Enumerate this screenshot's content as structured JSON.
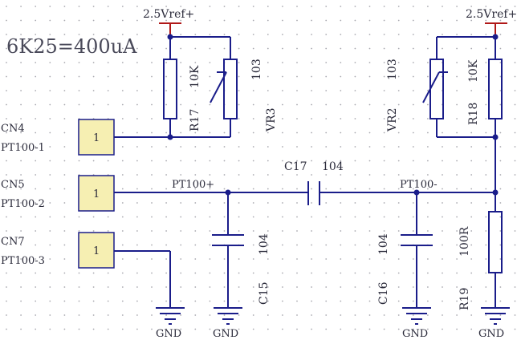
{
  "note": "6K25=400uA",
  "power": {
    "left": "2.5Vref+",
    "right": "2.5Vref+"
  },
  "connectors": [
    {
      "ref": "CN4",
      "net": "PT100-1",
      "pin": "1"
    },
    {
      "ref": "CN5",
      "net": "PT100-2",
      "pin": "1"
    },
    {
      "ref": "CN7",
      "net": "PT100-3",
      "pin": "1"
    }
  ],
  "resistors": {
    "r17": {
      "ref": "R17",
      "value": "10K"
    },
    "r18": {
      "ref": "R18",
      "value": "10K"
    },
    "r19": {
      "ref": "R19",
      "value": "100R"
    }
  },
  "pots": {
    "vr3": {
      "ref": "VR3",
      "value": "103"
    },
    "vr2": {
      "ref": "VR2",
      "value": "103"
    }
  },
  "caps": {
    "c17": {
      "ref": "C17",
      "value": "104"
    },
    "c15": {
      "ref": "C15",
      "value": "104"
    },
    "c16": {
      "ref": "C16",
      "value": "104"
    }
  },
  "nets": {
    "plus": "PT100+",
    "minus": "PT100-"
  },
  "gnd": [
    "GND",
    "GND",
    "GND",
    "GND"
  ],
  "colors": {
    "wire": "#1a1d8a",
    "power": "#b01818",
    "connector": "#f6efb2",
    "grid": "#a9a9b0"
  }
}
